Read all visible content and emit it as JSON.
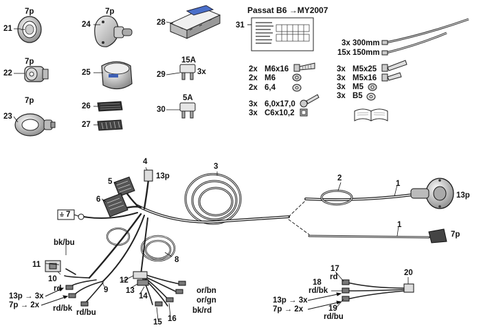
{
  "parts_top": {
    "p21": {
      "num": "21",
      "pins": "7p"
    },
    "p22": {
      "num": "22",
      "pins": "7p"
    },
    "p23": {
      "num": "23",
      "pins": "7p"
    },
    "p24": {
      "num": "24",
      "pins": "7p"
    },
    "p25": {
      "num": "25"
    },
    "p26": {
      "num": "26"
    },
    "p27": {
      "num": "27"
    },
    "p28": {
      "num": "28"
    },
    "p29": {
      "num": "29",
      "rating": "15A",
      "qty": "3x"
    },
    "p30": {
      "num": "30",
      "rating": "5A"
    },
    "p31": {
      "num": "31",
      "title": "Passat B6 →MY2007"
    }
  },
  "hardware_left": [
    {
      "qty": "2x",
      "spec": "M6x16"
    },
    {
      "qty": "2x",
      "spec": "M6"
    },
    {
      "qty": "2x",
      "spec": "6,4"
    },
    {
      "qty": "3x",
      "spec": "6,0x17,0"
    },
    {
      "qty": "3x",
      "spec": "C6x10,2"
    }
  ],
  "hardware_right": [
    {
      "qty": "3x",
      "spec": "M5x25"
    },
    {
      "qty": "3x",
      "spec": "M5x16"
    },
    {
      "qty": "3x",
      "spec": "M5"
    },
    {
      "qty": "3x",
      "spec": "B5"
    }
  ],
  "ties": [
    {
      "qty": "3x",
      "spec": "300mm"
    },
    {
      "qty": "15x",
      "spec": "150mm"
    }
  ],
  "harness": {
    "n1a": "1",
    "n1b": "1",
    "n2": "2",
    "n3": "3",
    "n4": "4",
    "n4pins": "13p",
    "n5": "5",
    "n6": "6",
    "n7": "7",
    "n8": "8",
    "n9": "9",
    "n10": "10",
    "n11": "11",
    "n12": "12",
    "n13": "13",
    "n14": "14",
    "n15": "15",
    "n16": "16",
    "n17": "17",
    "n18": "18",
    "n19": "19",
    "n20": "20",
    "socket13": "13p",
    "socket7": "7p"
  },
  "wires": {
    "bkbu": "bk/bu",
    "rd": "rd",
    "rdbk": "rd/bk",
    "rdbu": "rd/bu",
    "orbn": "or/bn",
    "orgn": "or/gn",
    "bkrd": "bk/rd",
    "rd2": "rd",
    "rdbk2": "rd/bk",
    "rdbu2": "rd/bu"
  },
  "conversions": {
    "left": {
      "a": "13p → 3x",
      "b": "7p → 2x"
    },
    "right": {
      "a": "13p → 3x",
      "b": "7p → 2x"
    }
  }
}
